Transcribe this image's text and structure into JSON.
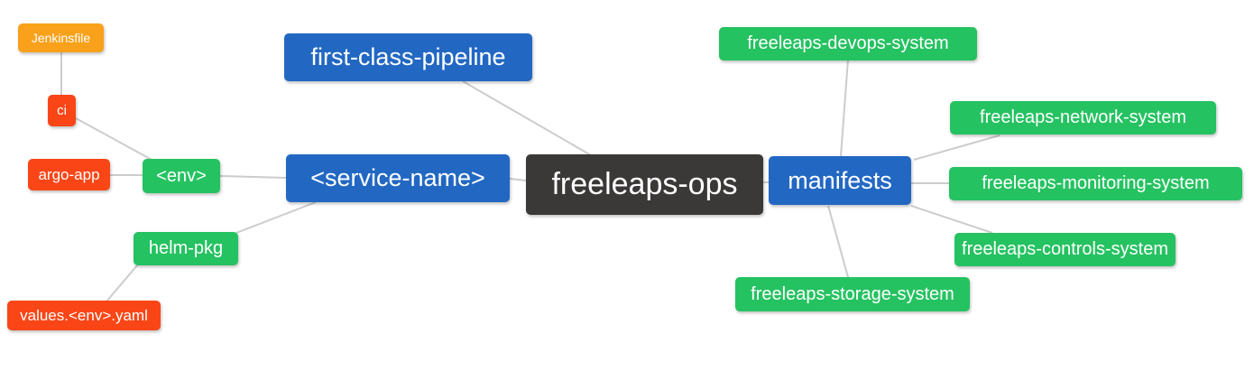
{
  "diagram": {
    "type": "mindmap",
    "root": "freeleaps-ops",
    "palette": {
      "background": "#ffffff",
      "edge_line": "#cccccc",
      "orange_node": "#f9a11b",
      "red_node": "#fa4616",
      "green_node": "#25c261",
      "blue_node": "#2268c3",
      "dark_node": "#3b3838",
      "text": "#ffffff"
    },
    "nodes": {
      "jenkinsfile": {
        "label": "Jenkinsfile",
        "color": "#f9a11b"
      },
      "ci": {
        "label": "ci",
        "color": "#fa4616"
      },
      "argo_app": {
        "label": "argo-app",
        "color": "#fa4616"
      },
      "env": {
        "label": "<env>",
        "color": "#25c261"
      },
      "service_name": {
        "label": "<service-name>",
        "color": "#2268c3"
      },
      "first_class_pipeline": {
        "label": "first-class-pipeline",
        "color": "#2268c3"
      },
      "freeleaps_ops": {
        "label": "freeleaps-ops",
        "color": "#3b3838"
      },
      "manifests": {
        "label": "manifests",
        "color": "#2268c3"
      },
      "helm_pkg": {
        "label": "helm-pkg",
        "color": "#25c261"
      },
      "values_env_yaml": {
        "label": "values.<env>.yaml",
        "color": "#fa4616"
      },
      "devops_system": {
        "label": "freeleaps-devops-system",
        "color": "#25c261"
      },
      "network_system": {
        "label": "freeleaps-network-system",
        "color": "#25c261"
      },
      "monitoring_system": {
        "label": "freeleaps-monitoring-system",
        "color": "#25c261"
      },
      "controls_system": {
        "label": "freeleaps-controls-system",
        "color": "#25c261"
      },
      "storage_system": {
        "label": "freeleaps-storage-system",
        "color": "#25c261"
      }
    },
    "edges": [
      [
        "jenkinsfile",
        "ci"
      ],
      [
        "ci",
        "env"
      ],
      [
        "argo_app",
        "env"
      ],
      [
        "env",
        "service_name"
      ],
      [
        "helm_pkg",
        "service_name"
      ],
      [
        "values_env_yaml",
        "helm_pkg"
      ],
      [
        "first_class_pipeline",
        "freeleaps_ops"
      ],
      [
        "service_name",
        "freeleaps_ops"
      ],
      [
        "freeleaps_ops",
        "manifests"
      ],
      [
        "manifests",
        "devops_system"
      ],
      [
        "manifests",
        "network_system"
      ],
      [
        "manifests",
        "monitoring_system"
      ],
      [
        "manifests",
        "controls_system"
      ],
      [
        "manifests",
        "storage_system"
      ]
    ]
  }
}
